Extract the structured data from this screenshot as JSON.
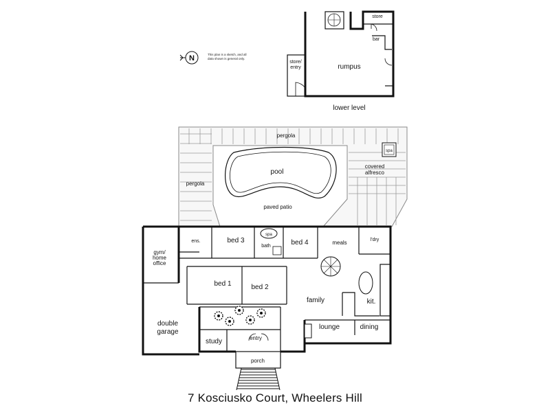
{
  "caption": "7 Kosciusko Court, Wheelers Hill",
  "note": [
    "This plan is a sketch, and all",
    "data shown is general only."
  ],
  "compass": {
    "letter": "N",
    "icon": "north-arrow-icon"
  },
  "lower_level": {
    "title": "lower level",
    "rooms": {
      "rumpus": "rumpus",
      "store": "store",
      "bar": "bar",
      "store_entry": [
        "store/",
        "entry"
      ]
    }
  },
  "outdoor": {
    "pergola_top": "pergola",
    "pergola_left": "pergola",
    "pool": "pool",
    "paved_patio": "paved patio",
    "spa": "spa",
    "covered_alfresco": [
      "covered",
      "alfresco"
    ]
  },
  "rooms": {
    "gym": [
      "gym/",
      "home",
      "office"
    ],
    "ens": "ens.",
    "bed3": "bed 3",
    "spa": "spa",
    "bath": "bath",
    "bed4": "bed 4",
    "meals": "meals",
    "ldry": "l'dry",
    "bed1": "bed 1",
    "bed2": "bed 2",
    "family": "family",
    "kit": "kit.",
    "garage": [
      "double",
      "garage"
    ],
    "lounge": "lounge",
    "dining": "dining",
    "study": "study",
    "entry": "entry",
    "porch": "porch"
  }
}
